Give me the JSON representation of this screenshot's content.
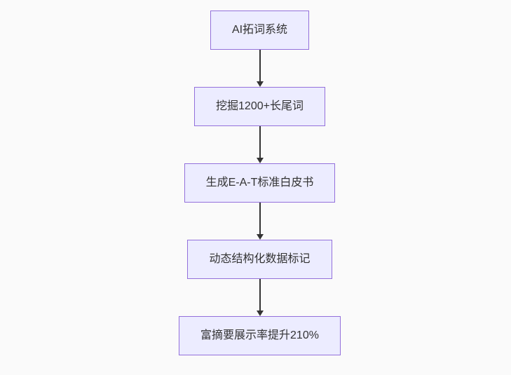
{
  "diagram": {
    "type": "flowchart-top-down",
    "nodes": [
      {
        "id": "n1",
        "label": "AI拓词系统"
      },
      {
        "id": "n2",
        "label": "挖掘1200+长尾词"
      },
      {
        "id": "n3",
        "label": "生成E-A-T标准白皮书"
      },
      {
        "id": "n4",
        "label": "动态结构化数据标记"
      },
      {
        "id": "n5",
        "label": "富摘要展示率提升210%"
      }
    ],
    "edges": [
      {
        "from": "n1",
        "to": "n2",
        "style": "arrow-down"
      },
      {
        "from": "n2",
        "to": "n3",
        "style": "arrow-down"
      },
      {
        "from": "n3",
        "to": "n4",
        "style": "arrow-down"
      },
      {
        "from": "n4",
        "to": "n5",
        "style": "arrow-down"
      }
    ],
    "colors": {
      "node_fill": "#ECECFF",
      "node_border": "#9370DB",
      "node_text": "#333333",
      "arrow": "#333333",
      "background": "#fafafa"
    }
  }
}
